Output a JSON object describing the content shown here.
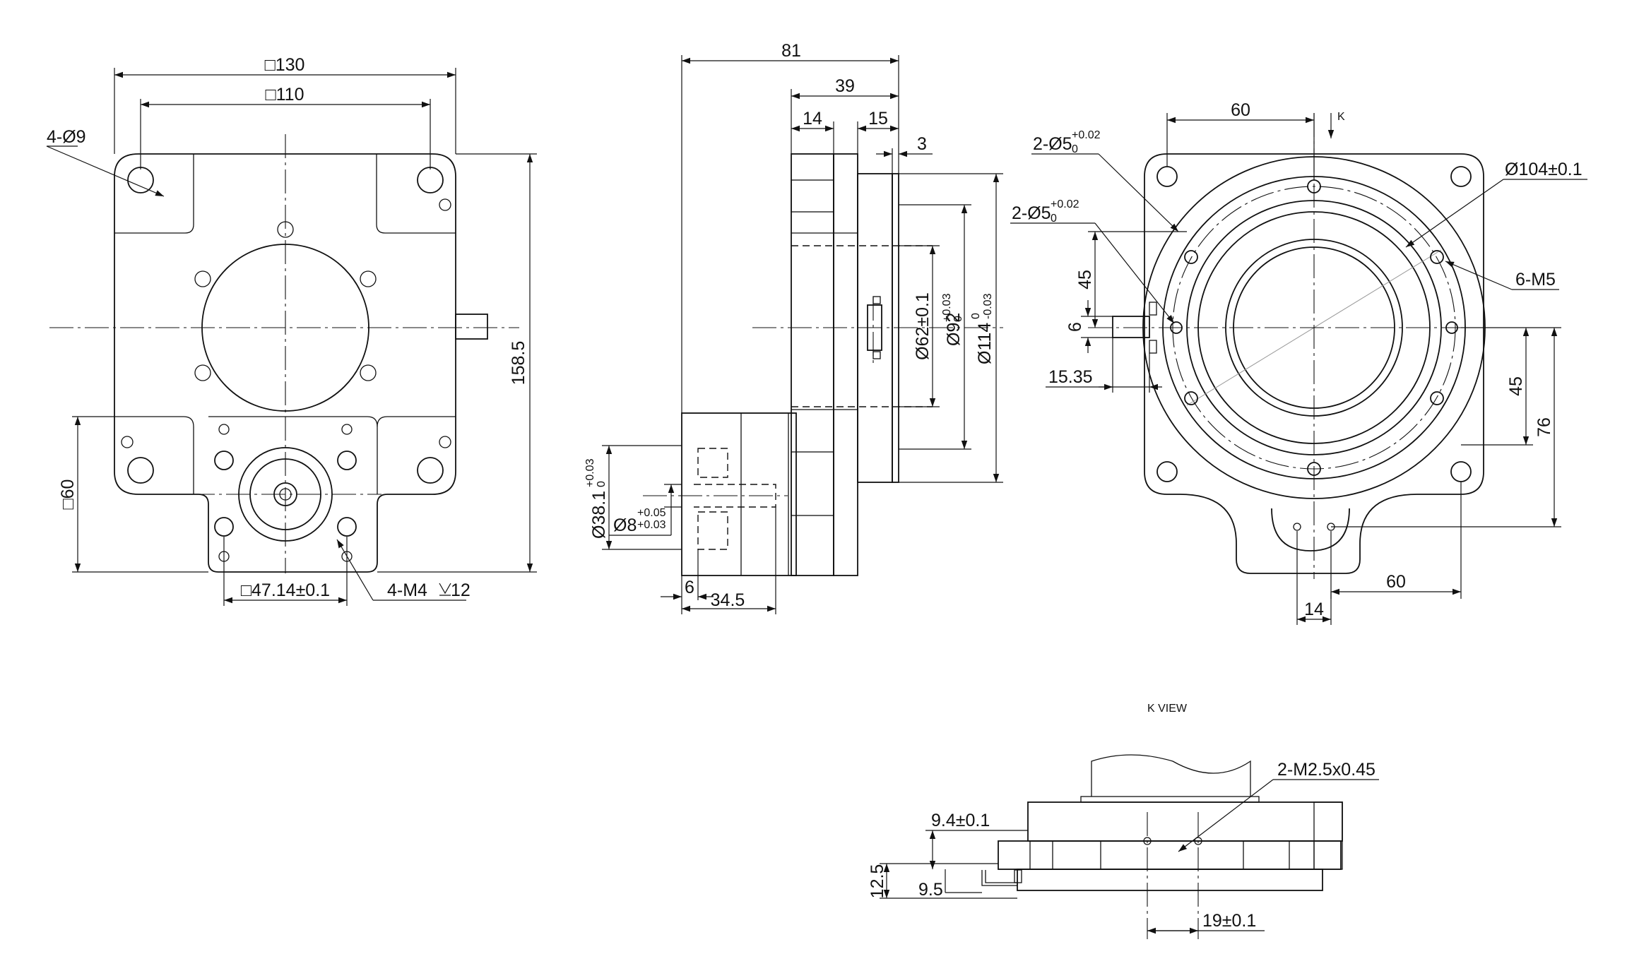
{
  "views": {
    "front": {
      "dims": {
        "sq130": "□130",
        "sq110": "□110",
        "holes": "4-Ø9",
        "height": "158.5",
        "sq60": "□60",
        "sq47": "□47.14±0.1",
        "tapped": "4-M4",
        "depth": "12"
      }
    },
    "side": {
      "dims": {
        "d81": "81",
        "d39": "39",
        "d14": "14",
        "d15": "15",
        "d3": "3",
        "dia62": "Ø62±0.1",
        "dia92": "Ø92",
        "dia92_tol_up": "+0.03",
        "dia92_tol_low": "0",
        "dia114": "Ø114",
        "dia114_tol_up": "0",
        "dia114_tol_low": "-0.03",
        "dia38": "Ø38.1",
        "dia38_tol_up": "+0.03",
        "dia38_tol_low": "0",
        "dia8": "Ø8",
        "dia8_tol_up": "+0.05",
        "dia8_tol_low": "+0.03",
        "d6": "6",
        "d34": "34.5"
      }
    },
    "top": {
      "dims": {
        "d60_top": "60",
        "k_marker": "K",
        "pin1": "2-Ø5",
        "pin1_tol_up": "+0.02",
        "pin1_tol_low": "0",
        "pin2": "2-Ø5",
        "pin2_tol_up": "+0.02",
        "pin2_tol_low": "0",
        "dia104": "Ø104±0.1",
        "m5": "6-M5",
        "d45_left": "45",
        "d6_left": "6",
        "d15_35": "15.35",
        "d45_right": "45",
        "d76": "76",
        "d60_bottom": "60",
        "d14": "14"
      }
    },
    "k_view": {
      "title": "K VIEW",
      "dims": {
        "m25": "2-M2.5x0.45",
        "d9_4": "9.4±0.1",
        "d12_5": "12.5",
        "d9_5": "9.5",
        "d19": "19±0.1"
      }
    }
  }
}
